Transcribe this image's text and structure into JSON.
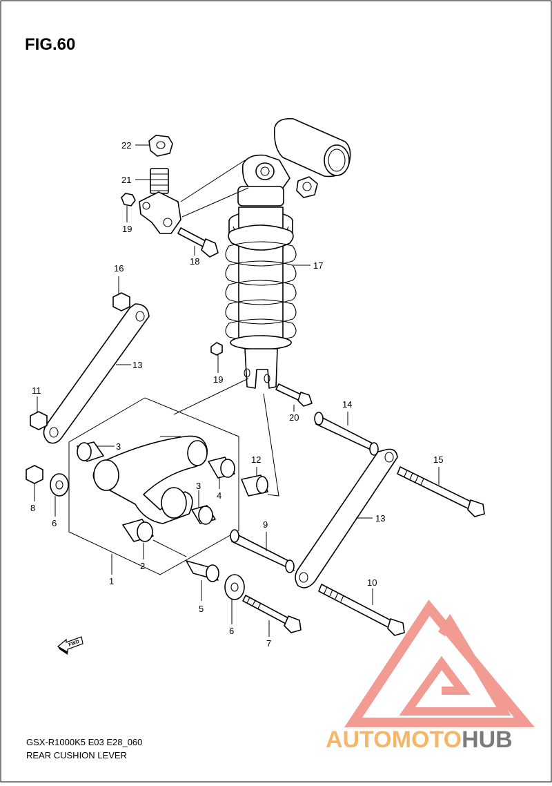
{
  "figure": {
    "title": "FIG.60",
    "model_code": "GSX-R1000K5 E03 E28_060",
    "group_name": "REAR CUSHION LEVER",
    "fwd_label": "FWD"
  },
  "watermark": {
    "text_part1": "AUTOMOTO",
    "text_part2": "HUB",
    "color_main": "#f08a80",
    "color_accent": "#f5b66a",
    "color_grey": "#7a7a7a"
  },
  "callouts": [
    "22",
    "21",
    "19",
    "18",
    "17",
    "16",
    "13",
    "11",
    "19",
    "20",
    "14",
    "3",
    "12",
    "15",
    "8",
    "6",
    "4",
    "3",
    "13",
    "1",
    "2",
    "9",
    "10",
    "5",
    "6",
    "7"
  ]
}
